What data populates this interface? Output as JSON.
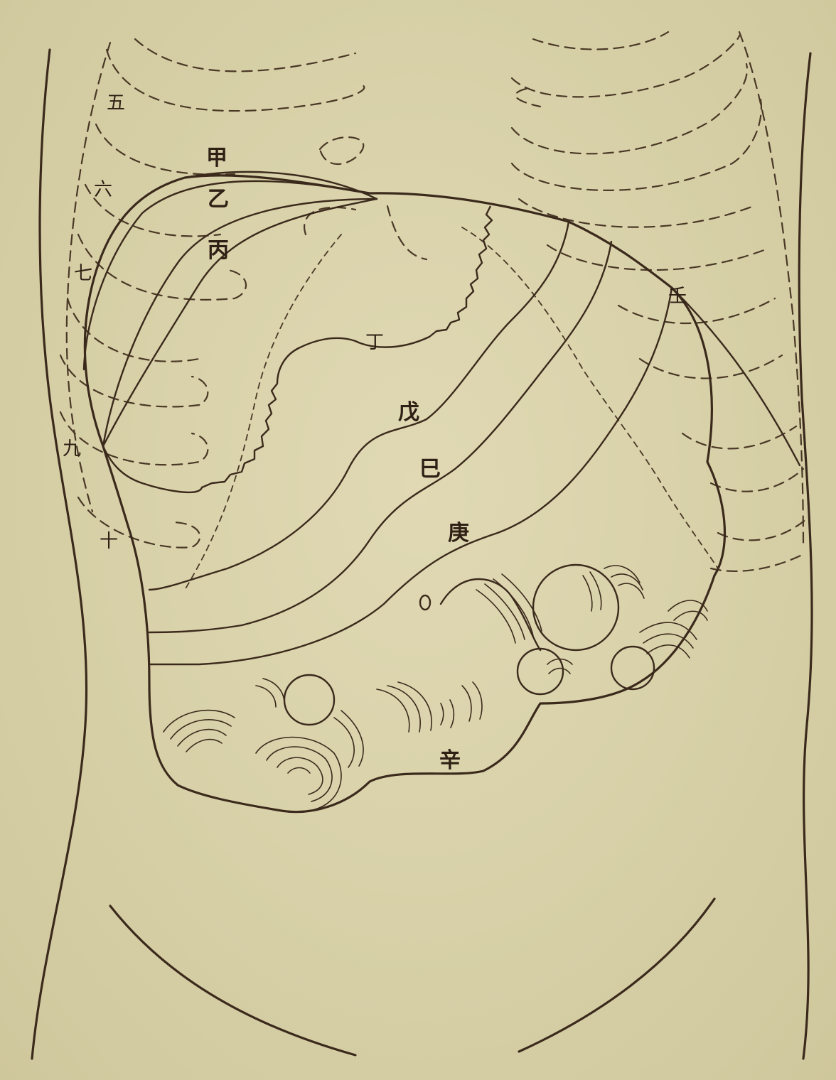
{
  "rib_numbers": [
    "五",
    "六",
    "七",
    "九",
    "十"
  ],
  "curve_labels": {
    "jia": "甲",
    "yi": "乙",
    "bing": "丙",
    "ding": "丁",
    "wu": "戊",
    "ji": "巳",
    "geng": "庚",
    "xin": "辛",
    "ren": "壬"
  },
  "colors": {
    "paper": "#d9d2ab",
    "ink": "#3b2a1c"
  }
}
